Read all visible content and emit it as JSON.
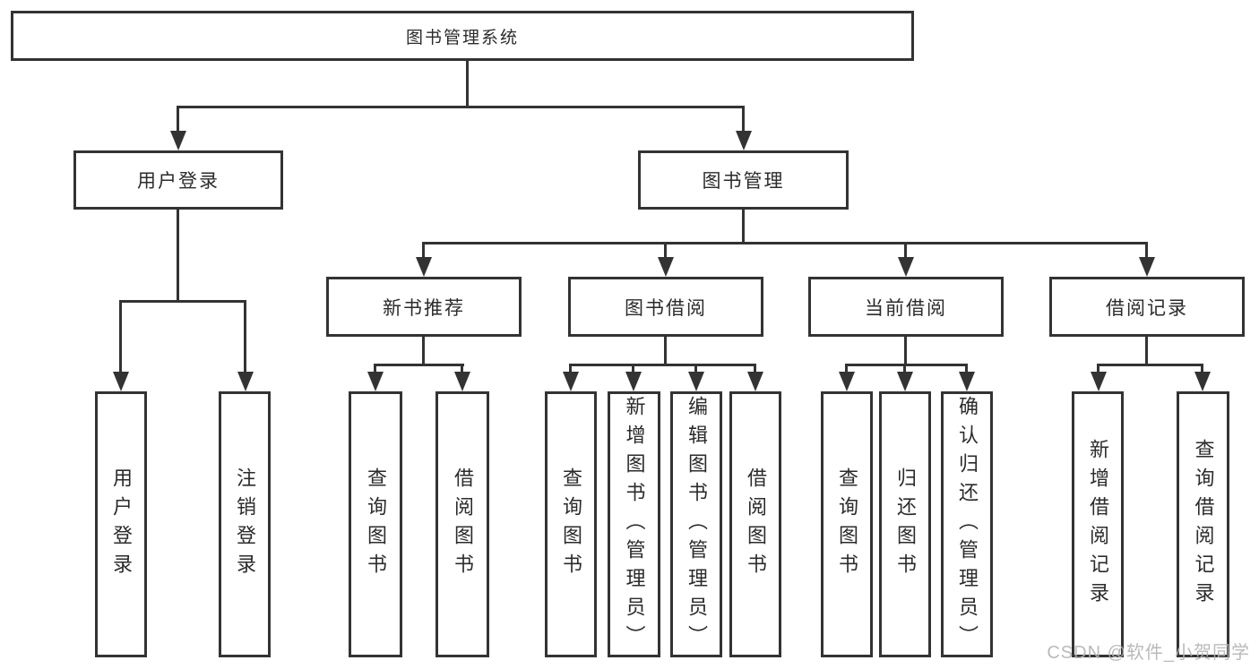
{
  "diagram": {
    "root": {
      "label": "图书管理系统"
    },
    "level2": [
      {
        "label": "用户登录"
      },
      {
        "label": "图书管理"
      }
    ],
    "level3": [
      {
        "label": "新书推荐"
      },
      {
        "label": "图书借阅"
      },
      {
        "label": "当前借阅"
      },
      {
        "label": "借阅记录"
      }
    ],
    "leaves": [
      {
        "label": "用户登录"
      },
      {
        "label": "注销登录"
      },
      {
        "label": "查询图书"
      },
      {
        "label": "借阅图书"
      },
      {
        "label": "查询图书"
      },
      {
        "label": "新增图书（管理员）"
      },
      {
        "label": "编辑图书（管理员）"
      },
      {
        "label": "借阅图书"
      },
      {
        "label": "查询图书"
      },
      {
        "label": "归还图书"
      },
      {
        "label": "确认归还（管理员）"
      },
      {
        "label": "新增借阅记录"
      },
      {
        "label": "查询借阅记录"
      }
    ],
    "colors": {
      "line": "#333333",
      "box_border": "#333333",
      "text": "#2b2b2b",
      "watermark": "#b2b2b2",
      "background": "#ffffff"
    }
  },
  "watermark": {
    "text": "CSDN @软件_小贺同学"
  }
}
